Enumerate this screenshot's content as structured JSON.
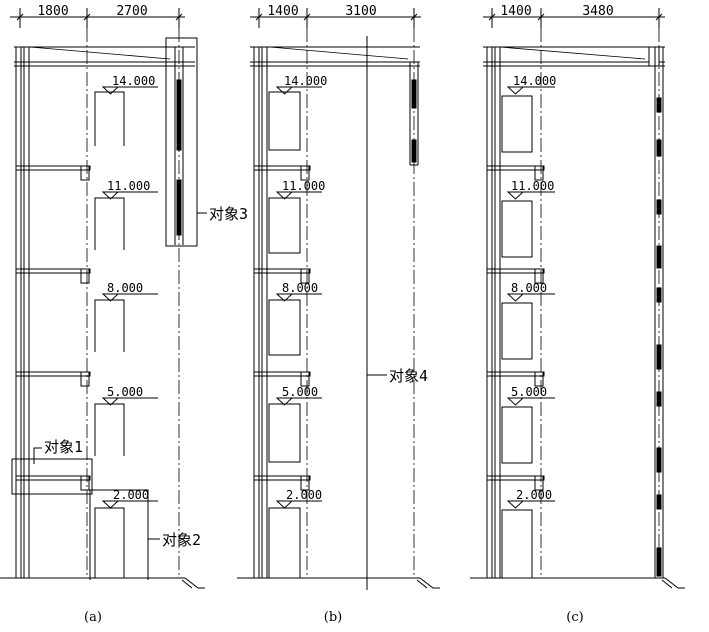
{
  "panels": [
    {
      "id": "a",
      "caption": "(a)",
      "dims": [
        "1800",
        "2700"
      ],
      "elevations": [
        "14.000",
        "11.000",
        "8.000",
        "5.000",
        "2.000"
      ],
      "callouts": [
        "对象1",
        "对象2",
        "对象3"
      ]
    },
    {
      "id": "b",
      "caption": "(b)",
      "dims": [
        "1400",
        "3100"
      ],
      "elevations": [
        "14.000",
        "11.000",
        "8.000",
        "5.000",
        "2.000"
      ],
      "callouts": [
        "对象4"
      ]
    },
    {
      "id": "c",
      "caption": "(c)",
      "dims": [
        "1400",
        "3480"
      ],
      "elevations": [
        "14.000",
        "11.000",
        "8.000",
        "5.000",
        "2.000"
      ],
      "callouts": []
    }
  ]
}
